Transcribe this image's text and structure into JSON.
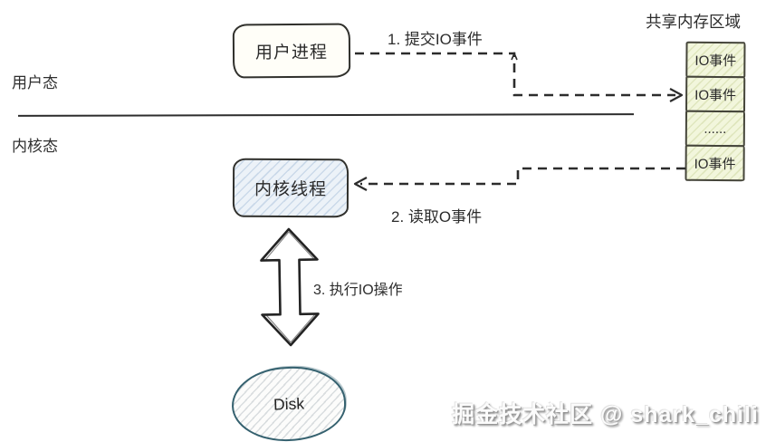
{
  "diagram": {
    "title": "共享内存区域",
    "zones": {
      "user": "用户态",
      "kernel": "内核态"
    },
    "nodes": {
      "user_process": "用户进程",
      "kernel_thread": "内核线程",
      "disk": "Disk"
    },
    "steps": [
      {
        "label": "1. 提交IO事件"
      },
      {
        "label": "2. 读取O事件"
      },
      {
        "label": "3. 执行IO操作"
      }
    ],
    "memory_cells": [
      "IO事件",
      "IO事件",
      "......",
      "IO事件"
    ],
    "watermark": "掘金技术社区 @ shark_chili",
    "colors": {
      "memory_cell_fill": "#f2f6dc",
      "kernel_thread_fill": "#ecf2f8",
      "user_process_fill": "#fffef8",
      "disk_outline": "#35616f",
      "line_color": "#2d2d2d"
    }
  }
}
